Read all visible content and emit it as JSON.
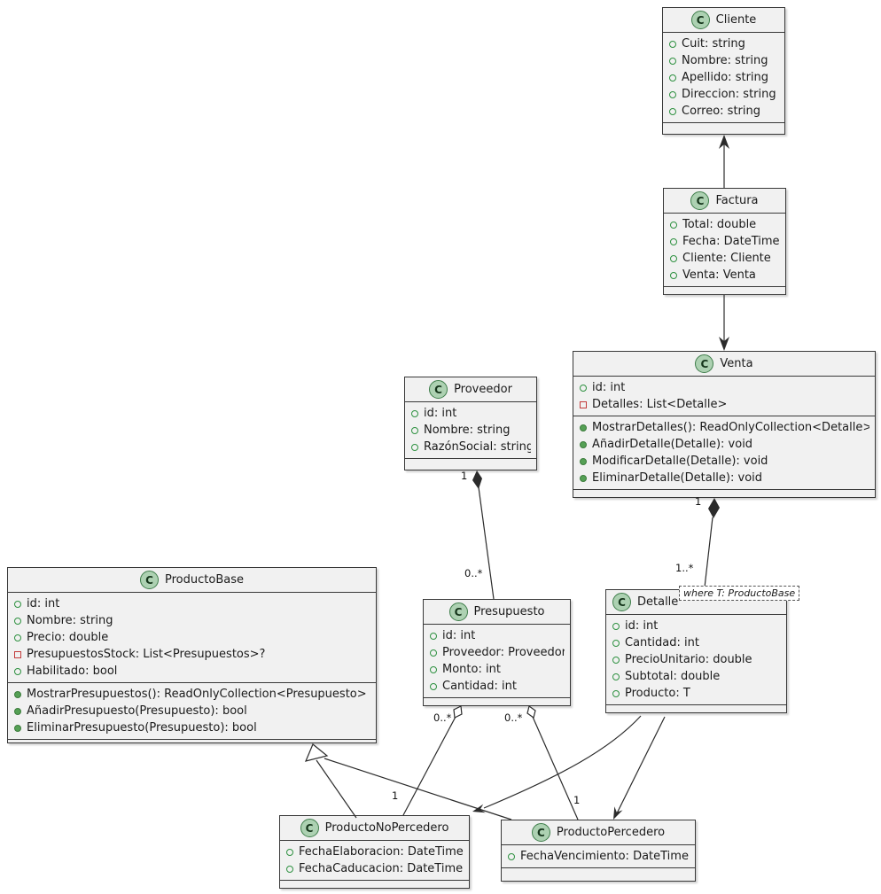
{
  "diagram_title": "UML class diagram",
  "colors": {
    "background": "#ffffff",
    "box_fill": "#f1f1f1",
    "box_border": "#383838",
    "spot_fill": "#add1b2",
    "spot_border": "#3e7d4a",
    "public_field_icon_color": "#2e9140",
    "private_field_icon_color": "#c23b3b",
    "public_method_icon_color": "#55a055",
    "line_color": "#2b2b2b"
  },
  "note": {
    "text": "where T: ProductoBase"
  },
  "classes": [
    {
      "name": "Cliente",
      "spot": "C",
      "attributes": [
        {
          "vis": "public",
          "text": "Cuit: string"
        },
        {
          "vis": "public",
          "text": "Nombre: string"
        },
        {
          "vis": "public",
          "text": "Apellido: string"
        },
        {
          "vis": "public",
          "text": "Direccion: string"
        },
        {
          "vis": "public",
          "text": "Correo: string"
        }
      ],
      "methods": []
    },
    {
      "name": "Factura",
      "spot": "C",
      "attributes": [
        {
          "vis": "public",
          "text": "Total: double"
        },
        {
          "vis": "public",
          "text": "Fecha: DateTime"
        },
        {
          "vis": "public",
          "text": "Cliente: Cliente"
        },
        {
          "vis": "public",
          "text": "Venta: Venta"
        }
      ],
      "methods": []
    },
    {
      "name": "Venta",
      "spot": "C",
      "attributes": [
        {
          "vis": "public",
          "text": "id: int"
        },
        {
          "vis": "private",
          "text": "Detalles: List<Detalle>"
        }
      ],
      "methods": [
        {
          "text": "MostrarDetalles(): ReadOnlyCollection<Detalle>"
        },
        {
          "text": "AñadirDetalle(Detalle): void"
        },
        {
          "text": "ModificarDetalle(Detalle): void"
        },
        {
          "text": "EliminarDetalle(Detalle): void"
        }
      ]
    },
    {
      "name": "Proveedor",
      "spot": "C",
      "attributes": [
        {
          "vis": "public",
          "text": "id: int"
        },
        {
          "vis": "public",
          "text": "Nombre: string"
        },
        {
          "vis": "public",
          "text": "RazónSocial: string"
        }
      ],
      "methods": []
    },
    {
      "name": "Presupuesto",
      "spot": "C",
      "attributes": [
        {
          "vis": "public",
          "text": "id: int"
        },
        {
          "vis": "public",
          "text": "Proveedor: Proveedor"
        },
        {
          "vis": "public",
          "text": "Monto: int"
        },
        {
          "vis": "public",
          "text": "Cantidad: int"
        }
      ],
      "methods": []
    },
    {
      "name": "Detalle",
      "spot": "C",
      "attributes": [
        {
          "vis": "public",
          "text": "id: int"
        },
        {
          "vis": "public",
          "text": "Cantidad: int"
        },
        {
          "vis": "public",
          "text": "PrecioUnitario: double"
        },
        {
          "vis": "public",
          "text": "Subtotal: double"
        },
        {
          "vis": "public",
          "text": "Producto: T"
        }
      ],
      "methods": []
    },
    {
      "name": "ProductoBase",
      "spot": "C",
      "attributes": [
        {
          "vis": "public",
          "text": "id: int"
        },
        {
          "vis": "public",
          "text": "Nombre: string"
        },
        {
          "vis": "public",
          "text": "Precio: double"
        },
        {
          "vis": "private",
          "text": "PresupuestosStock: List<Presupuestos>?"
        },
        {
          "vis": "public",
          "text": "Habilitado: bool"
        }
      ],
      "methods": [
        {
          "text": "MostrarPresupuestos(): ReadOnlyCollection<Presupuesto>"
        },
        {
          "text": "AñadirPresupuesto(Presupuesto): bool"
        },
        {
          "text": "EliminarPresupuesto(Presupuesto): bool"
        }
      ]
    },
    {
      "name": "ProductoNoPercedero",
      "spot": "C",
      "attributes": [
        {
          "vis": "public",
          "text": "FechaElaboracion: DateTime"
        },
        {
          "vis": "public",
          "text": "FechaCaducacion: DateTime"
        }
      ],
      "methods": []
    },
    {
      "name": "ProductoPercedero",
      "spot": "C",
      "attributes": [
        {
          "vis": "public",
          "text": "FechaVencimiento: DateTime"
        }
      ],
      "methods": []
    }
  ],
  "relationships": {
    "factura_cliente": {
      "type": "directed-association",
      "from": "Factura",
      "to": "Cliente"
    },
    "factura_venta": {
      "type": "directed-association",
      "from": "Factura",
      "to": "Venta"
    },
    "venta_detalle": {
      "type": "composition",
      "from": "Venta",
      "to": "Detalle",
      "from_mult": "1",
      "to_mult": "1..*"
    },
    "proveedor_presupuesto": {
      "type": "composition",
      "from": "Proveedor",
      "to": "Presupuesto",
      "from_mult": "1",
      "to_mult": "0..*"
    },
    "presupuesto_productonopercedero": {
      "type": "aggregation",
      "from": "Presupuesto",
      "to": "ProductoNoPercedero",
      "from_mult": "0..*",
      "to_mult": "1"
    },
    "presupuesto_productopercedero": {
      "type": "aggregation",
      "from": "Presupuesto",
      "to": "ProductoPercedero",
      "from_mult": "0..*",
      "to_mult": "1"
    },
    "detalle_productonopercedero": {
      "type": "directed-association",
      "from": "Detalle",
      "to": "ProductoNoPercedero"
    },
    "detalle_productopercedero": {
      "type": "directed-association",
      "from": "Detalle",
      "to": "ProductoPercedero"
    },
    "productonopercedero_productobase": {
      "type": "inheritance",
      "from": "ProductoNoPercedero",
      "to": "ProductoBase"
    },
    "productopercedero_productobase": {
      "type": "inheritance",
      "from": "ProductoPercedero",
      "to": "ProductoBase"
    }
  }
}
